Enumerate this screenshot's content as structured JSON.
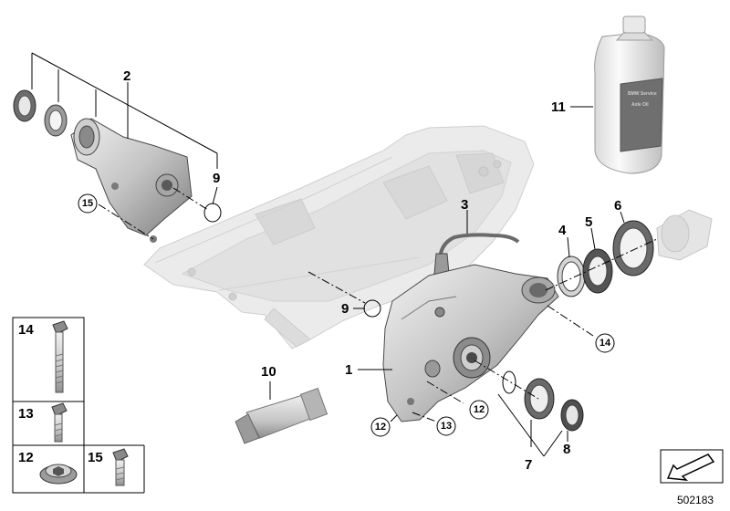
{
  "callouts": {
    "c1": "1",
    "c2": "2",
    "c3": "3",
    "c4": "4",
    "c5": "5",
    "c6": "6",
    "c7": "7",
    "c8": "8",
    "c9a": "9",
    "c9b": "9",
    "c10": "10",
    "c11": "11",
    "c12a": "12",
    "c12b": "12",
    "c13": "13",
    "c14": "14",
    "c15": "15"
  },
  "legend": {
    "k14": "14",
    "k13": "13",
    "k12": "12",
    "k15": "15"
  },
  "bottle_label": {
    "line1": "BMW Service",
    "line2": "Axle Oil"
  },
  "diagram_id": "502183",
  "colors": {
    "ink": "#000000",
    "ghost": "#e6e6e6",
    "part_light": "#ececec",
    "part_mid": "#b8b8b8",
    "part_dark": "#6a6a6a"
  }
}
